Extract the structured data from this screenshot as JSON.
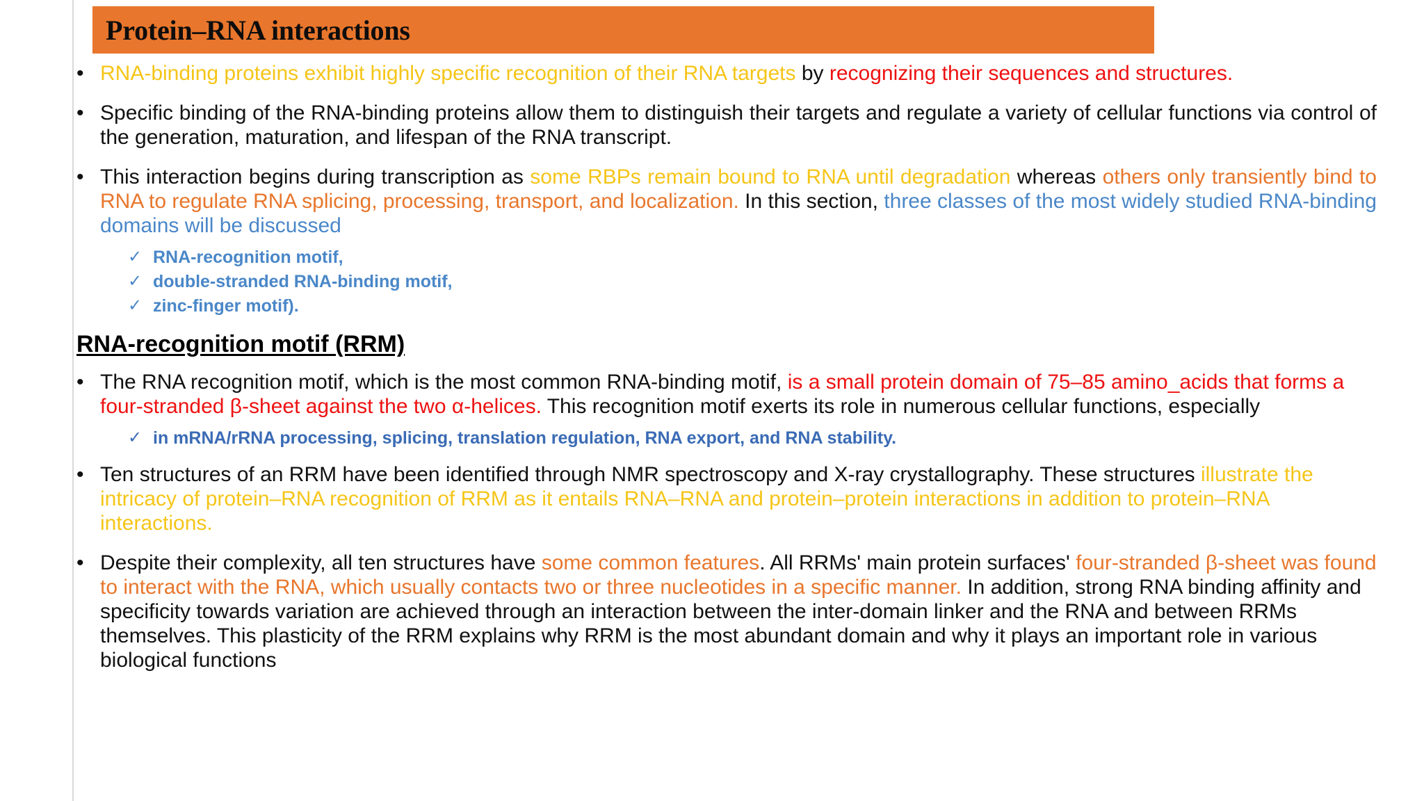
{
  "slide": {
    "title": "Protein–RNA interactions",
    "colors": {
      "banner": "#E8762C",
      "yellow": "#F5C518",
      "red": "#EE1111",
      "orange": "#E8762C",
      "blue_light": "#4A87C8",
      "blue_dark": "#3A6BB5",
      "black": "#111111"
    },
    "bullet_glyph": "•",
    "check_glyph": "✓"
  },
  "bullets": {
    "b1": {
      "part_yellow": "RNA-binding proteins exhibit highly specific recognition of their RNA targets",
      "part_black": " by ",
      "part_red": "recognizing their sequences and structures."
    },
    "b2": {
      "text": "Specific binding of the RNA-binding proteins allow them to distinguish their targets and regulate a variety of cellular functions via control of the generation, maturation, and lifespan of the RNA transcript."
    },
    "b3": {
      "part1_black": "This interaction begins during transcription as ",
      "part2_yellow": "some RBPs remain bound to RNA until degradation",
      "part3_black": " whereas ",
      "part4_orange": "others only transiently bind to RNA to regulate RNA splicing, processing, transport, and localization.",
      "part5_black": " In this section, ",
      "part6_blue": "three classes of the most widely studied RNA-binding domains will be discussed"
    },
    "b4": {
      "part1_black": "The RNA recognition motif, which is the most common RNA-binding motif, ",
      "part2_red": "is a small protein domain of 75–85 amino_acids that forms a four-stranded β-sheet against the two α-helices.",
      "part3_black": " This recognition motif exerts its role in numerous cellular functions, especially"
    },
    "b5": {
      "part1_black": "Ten structures of an RRM have been identified through NMR spectroscopy and X-ray crystallography. These structures ",
      "part2_yellow": "illustrate the intricacy of protein–RNA recognition of RRM as it entails RNA–RNA and protein–protein interactions in addition to protein–RNA interactions."
    },
    "b6": {
      "part1_black": "Despite their complexity, all ten structures have ",
      "part2_orange": "some common features",
      "part3_black": ". All RRMs' main protein surfaces' ",
      "part4_orange": "four-stranded β-sheet was found to interact with the RNA, which usually contacts two or three nucleotides in a specific manner.",
      "part5_black": " In addition, strong RNA binding affinity and specificity towards variation are achieved through an interaction between the inter-domain linker and the RNA and between RRMs themselves. This plasticity of the RRM explains why RRM is the most abundant domain and why it plays an important role in various biological functions"
    }
  },
  "sub_bullets_1": [
    {
      "label": "RNA-recognition motif,"
    },
    {
      "label": "double-stranded RNA-binding motif,"
    },
    {
      "label": "zinc-finger motif)."
    }
  ],
  "section_heading": "RNA-recognition motif (RRM)",
  "sub_bullets_2": [
    {
      "label": "in mRNA/rRNA processing, splicing, translation regulation, RNA export, and RNA stability."
    }
  ]
}
